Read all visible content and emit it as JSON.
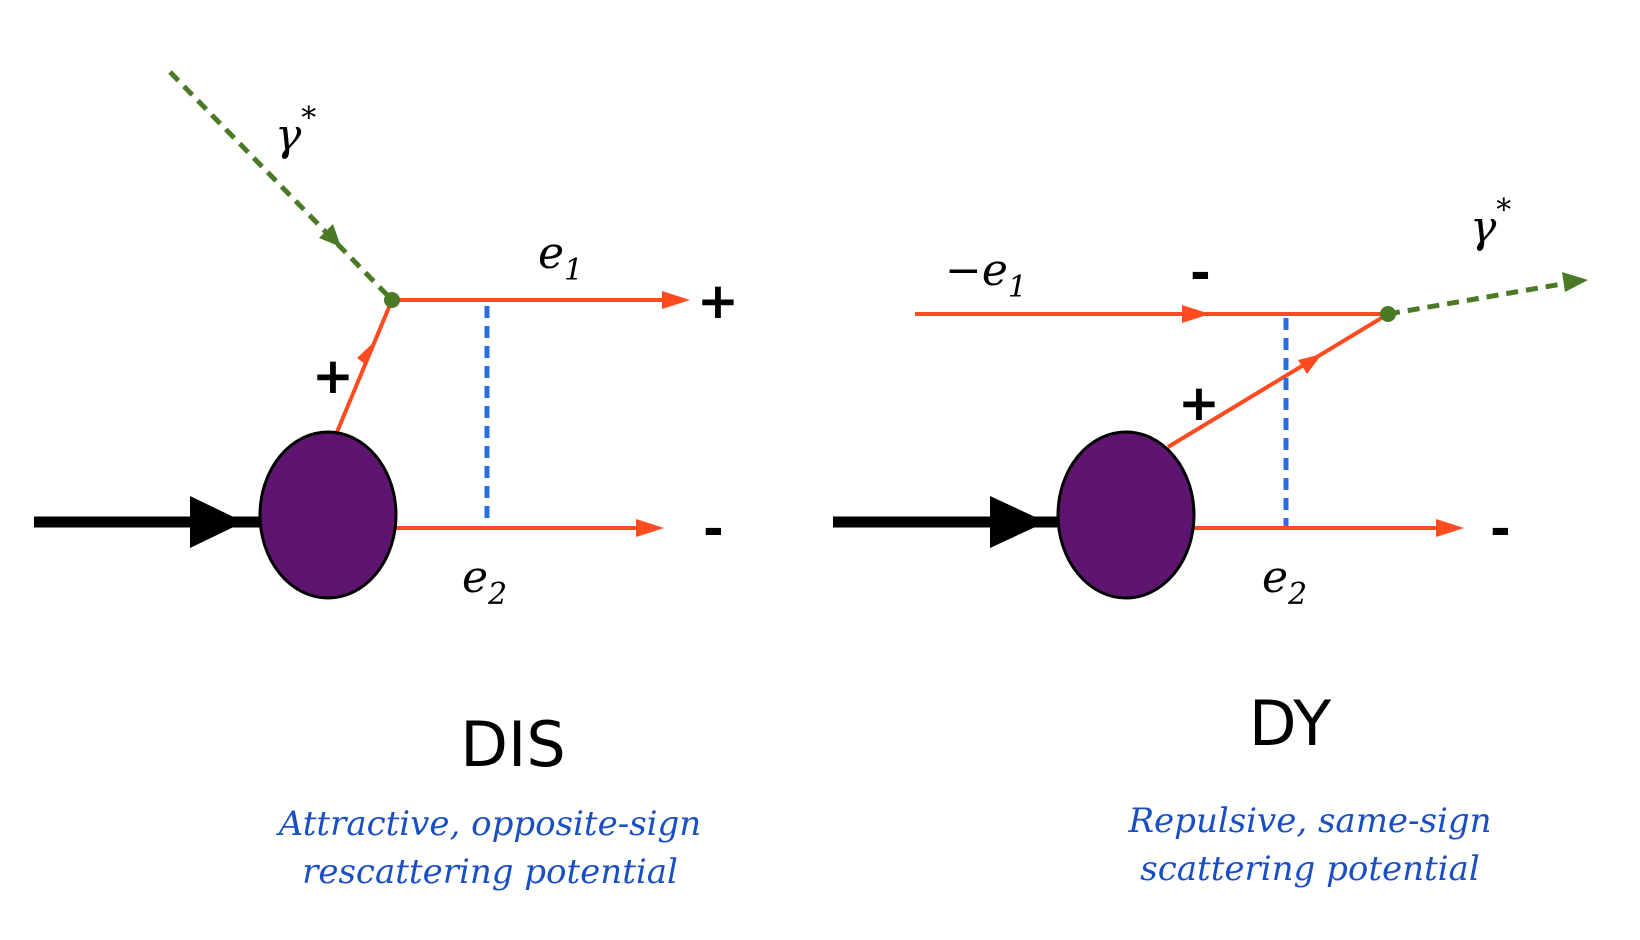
{
  "colors": {
    "fermion": "#ff4b1f",
    "photon": "#4a7a26",
    "gluon": "#2a6ee0",
    "blob": "#5d1570",
    "beam": "#000000",
    "caption": "#1a4fc4"
  },
  "dis": {
    "title": "DIS",
    "photon_label": "γ",
    "photon_sup": "*",
    "e1_base": "e",
    "e1_sub": "1",
    "e2_base": "e",
    "e2_sub": "2",
    "sign_in": "+",
    "sign_out_top": "+",
    "sign_out_bottom": "-",
    "caption_line1": "Attractive, opposite-sign",
    "caption_line2": "rescattering potential"
  },
  "dy": {
    "title": "DY",
    "photon_label": "γ",
    "photon_sup": "*",
    "e1_base": "−e",
    "e1_sub": "1",
    "e2_base": "e",
    "e2_sub": "2",
    "sign_top": "-",
    "sign_quark": "+",
    "sign_out_bottom": "-",
    "caption_line1": "Repulsive, same-sign",
    "caption_line2": "scattering potential"
  }
}
